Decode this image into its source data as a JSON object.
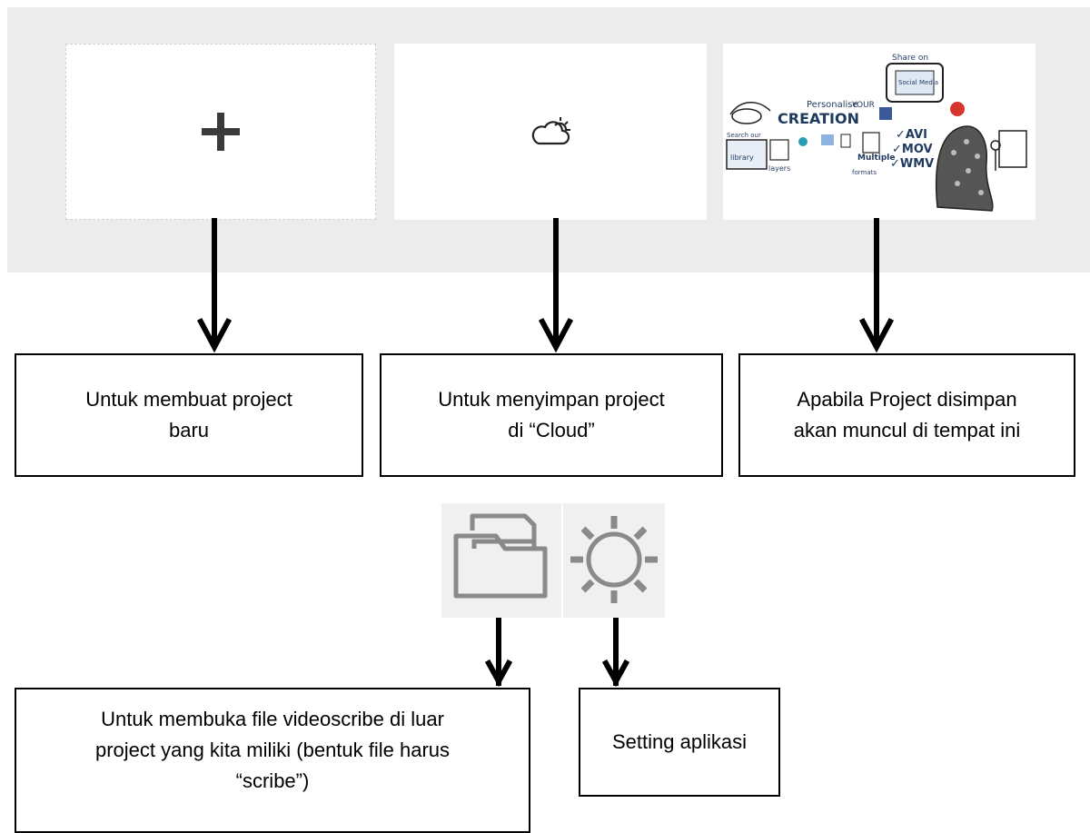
{
  "tiles": {
    "new_project_icon": "plus-icon",
    "cloud_icon": "cloud-sun-icon",
    "project_thumbnail": {
      "texts": {
        "personalise": "Personalise",
        "your": "YOUR",
        "creation": "CREATION",
        "share_on": "Share on",
        "social_media": "Social Media",
        "search_our": "Search our",
        "library": "library",
        "layers": "layers",
        "multiple": "Multiple",
        "formats": "formats",
        "avi": "✓AVI",
        "mov": "✓MOV",
        "wmv": "✓WMV"
      }
    }
  },
  "captions": {
    "new_project": "Untuk membuat project\nbaru",
    "cloud": "Untuk menyimpan project\ndi “Cloud”",
    "saved_projects": "Apabila Project disimpan\nakan muncul di tempat ini",
    "open_file": "Untuk membuka file videoscribe di luar\nproject yang kita miliki (bentuk file harus\n“scribe”)",
    "settings": "Setting aplikasi"
  },
  "icons": {
    "folder": "folder-icon",
    "gear": "gear-icon"
  },
  "colors": {
    "band": "#ececec",
    "icon_gray": "#8a8a8a",
    "arrow": "#000000"
  }
}
